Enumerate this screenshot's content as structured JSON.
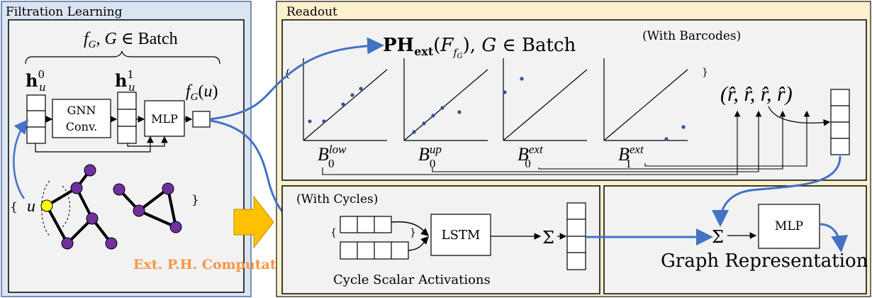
{
  "colors": {
    "filtration_panel_bg": "#dbe5f1",
    "filtration_panel_border": "#4f6fa5",
    "readout_panel_bg": "#fdf0cc",
    "readout_panel_border": "#3d3d3d",
    "inner_panel_bg": "#f2f2f2",
    "blue_arrow": "#4472c4",
    "node_purple": "#7030a0",
    "node_yellow": "#ffff00",
    "orange_text": "#f79646",
    "big_arrow": "#ffc000",
    "dot_blue": "#2f5597"
  },
  "filtration": {
    "title": "Filtration Learning",
    "batch_label": "f_G, G ∈ Batch",
    "h0_label": "h",
    "h0_sup": "0",
    "h0_sub": "u",
    "h1_label": "h",
    "h1_sup": "1",
    "h1_sub": "u",
    "gnn_label_1": "GNN",
    "gnn_label_2": "Conv.",
    "mlp_label": "MLP",
    "fg_label": "f_G(u)",
    "u_label": "u",
    "brace_open": "{",
    "brace_close": "}",
    "computation_label": "Ext. P.H. Computation"
  },
  "readout": {
    "title": "Readout",
    "ph_title_main": "PH",
    "ph_title_sub": "ext",
    "ph_title_rest": "(F",
    "ph_title_fsub": "f_G",
    "ph_title_end": "), G ∈ Batch",
    "barcodes_label": "(With Barcodes)",
    "brace_open": "{",
    "brace_close": "}",
    "diagrams": [
      {
        "label": "B",
        "sub": "0",
        "sup": "low"
      },
      {
        "label": "B",
        "sub": "0",
        "sup": "up"
      },
      {
        "label": "B",
        "sub": "0",
        "sup": "ext"
      },
      {
        "label": "B",
        "sub": "1",
        "sup": "ext"
      }
    ],
    "r_hat_label": "(r̂, r̂, r̂, r̂)",
    "cycles_label": "(With Cycles)",
    "lstm_label": "LSTM",
    "sum_symbol": "Σ",
    "cycle_activations_label": "Cycle Scalar Activations",
    "mlp_label": "MLP",
    "graph_repr_label": "Graph Representation"
  }
}
